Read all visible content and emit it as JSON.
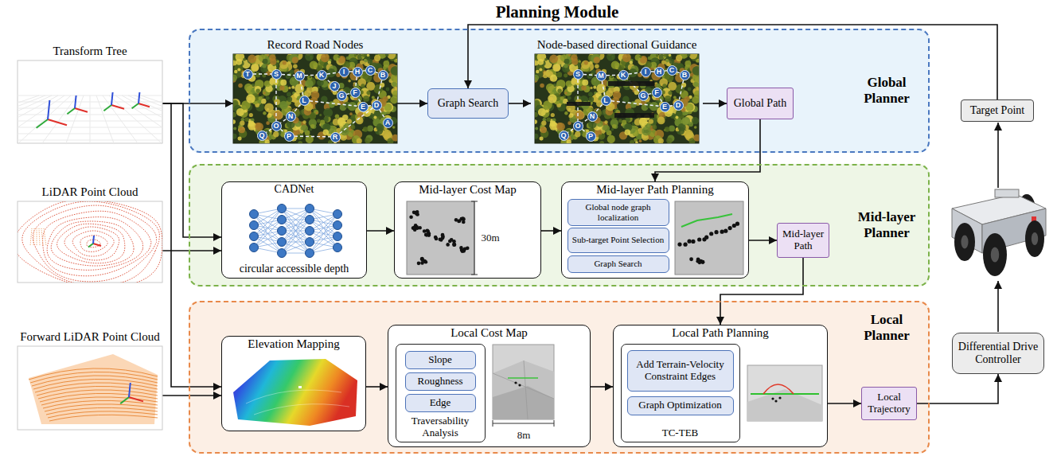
{
  "diagram": {
    "title": "Planning Module",
    "nodes": [
      {
        "text": [
          "Transform Tree"
        ]
      },
      {
        "text": [
          "LiDAR Point Cloud"
        ]
      },
      {
        "text": [
          "Forward LiDAR Point Cloud"
        ]
      },
      {
        "text": [
          "Global Planner"
        ]
      },
      {
        "text": [
          "Record Road Nodes"
        ],
        "in": 3
      },
      {
        "text": [
          "Graph Search"
        ],
        "in": 3
      },
      {
        "text": [
          "Node-based directional Guidance"
        ],
        "in": 3
      },
      {
        "text": [
          "Global Path"
        ],
        "in": 3
      },
      {
        "text": [
          "Mid-layer Planner"
        ]
      },
      {
        "text": [
          "CADNet",
          "circular accessible depth"
        ],
        "in": 8
      },
      {
        "text": [
          "Mid-layer Cost Map"
        ],
        "in": 8
      },
      {
        "text": [
          "Mid-layer Path Planning"
        ],
        "in": 8
      },
      {
        "text": [
          "Global node graph localization"
        ],
        "in": 11
      },
      {
        "text": [
          "Sub-target Point Selection"
        ],
        "in": 11
      },
      {
        "text": [
          "Graph Search"
        ],
        "in": 11
      },
      {
        "text": [
          "Mid-layer Path"
        ],
        "in": 8
      },
      {
        "text": [
          "Local Planner"
        ]
      },
      {
        "text": [
          "Elevation Mapping"
        ],
        "in": 16
      },
      {
        "text": [
          "Local Cost Map"
        ],
        "in": 16
      },
      {
        "text": [
          "Traversability Analysis"
        ],
        "in": 18
      },
      {
        "text": [
          "Slope"
        ],
        "in": 19
      },
      {
        "text": [
          "Roughness"
        ],
        "in": 19
      },
      {
        "text": [
          "Edge"
        ],
        "in": 19
      },
      {
        "text": [
          "Local Path Planning"
        ],
        "in": 16
      },
      {
        "text": [
          "TC-TEB"
        ],
        "in": 23
      },
      {
        "text": [
          "Add Terrain-Velocity Constraint Edges"
        ],
        "in": 24
      },
      {
        "text": [
          "Graph Optimization"
        ],
        "in": 24
      },
      {
        "text": [
          "Local Trajectory"
        ],
        "in": 16
      },
      {
        "text": [
          "Target Point"
        ]
      },
      {
        "text": [
          "Differential Drive Controller"
        ]
      }
    ],
    "edges": [
      {
        "from": 0,
        "to": 4,
        "arrow": "to"
      },
      {
        "from": 4,
        "to": 5,
        "arrow": "to"
      },
      {
        "from": 5,
        "to": 6,
        "arrow": "to"
      },
      {
        "from": 6,
        "to": 7,
        "arrow": "to"
      },
      {
        "from": 28,
        "to": 5,
        "arrow": "to"
      },
      {
        "from": 7,
        "to": 11,
        "arrow": "to"
      },
      {
        "from": 0,
        "to": 9,
        "arrow": "to"
      },
      {
        "from": 1,
        "to": 9,
        "arrow": "to"
      },
      {
        "from": 9,
        "to": 10,
        "arrow": "to"
      },
      {
        "from": 10,
        "to": 11,
        "arrow": "to"
      },
      {
        "from": 11,
        "to": 15,
        "arrow": "to"
      },
      {
        "from": 15,
        "to": 23,
        "arrow": "to"
      },
      {
        "from": 0,
        "to": 17,
        "arrow": "to"
      },
      {
        "from": 2,
        "to": 17,
        "arrow": "to"
      },
      {
        "from": 17,
        "to": 18,
        "arrow": "to"
      },
      {
        "from": 18,
        "to": 23,
        "arrow": "to"
      },
      {
        "from": 23,
        "to": 27,
        "arrow": "to"
      },
      {
        "from": 27,
        "to": 29,
        "arrow": "to"
      }
    ],
    "labels": [
      "T",
      "S",
      "M",
      "K",
      "J",
      "I",
      "H",
      "G",
      "F",
      "C",
      "B",
      "E",
      "D",
      "A",
      "L",
      "N",
      "O",
      "Q",
      "P",
      "R",
      "S",
      "M",
      "K",
      "I",
      "H",
      "G",
      "F",
      "C",
      "B",
      "E",
      "D",
      "L",
      "N",
      "O",
      "Q",
      "P",
      "30m",
      "8m"
    ]
  }
}
